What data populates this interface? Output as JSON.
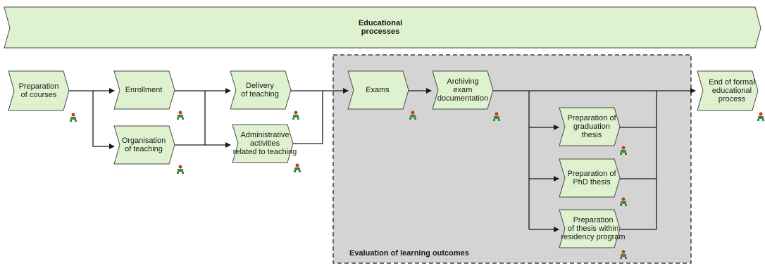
{
  "overview": {
    "label": "Educational\nprocesses"
  },
  "group": {
    "label": "Evaluation of learning outcomes"
  },
  "steps": [
    {
      "id": "preparation-of-courses",
      "label": "Preparation\nof courses"
    },
    {
      "id": "enrollment",
      "label": "Enrollment"
    },
    {
      "id": "organisation-of-teaching",
      "label": "Organisation\nof teaching"
    },
    {
      "id": "delivery-of-teaching",
      "label": "Delivery\nof teaching"
    },
    {
      "id": "administrative-activities",
      "label": "Administrative\nactivities\nrelated to teaching"
    },
    {
      "id": "exams",
      "label": "Exams"
    },
    {
      "id": "archiving-exam-documentation",
      "label": "Archiving\nexam\ndocumentation"
    },
    {
      "id": "end-of-formal-educational-process",
      "label": "End of formal\neducational\nprocess"
    },
    {
      "id": "preparation-of-graduation-thesis",
      "label": "Preparation of\ngraduation\nthesis"
    },
    {
      "id": "preparation-of-phd-thesis",
      "label": "Preparation of\nPhD thesis"
    },
    {
      "id": "preparation-of-thesis-within-residency-program",
      "label": "Preparation\nof thesis within\nresidency program"
    }
  ],
  "role_icon": "role-icon",
  "colors": {
    "step_fill": "#dff2cf",
    "step_stroke": "#4a4a4a",
    "group_fill": "#d4d4d4",
    "connector": "#1a1a1a",
    "role_icon": "#3d8a3d",
    "role_icon_accent": "#c0392b"
  }
}
